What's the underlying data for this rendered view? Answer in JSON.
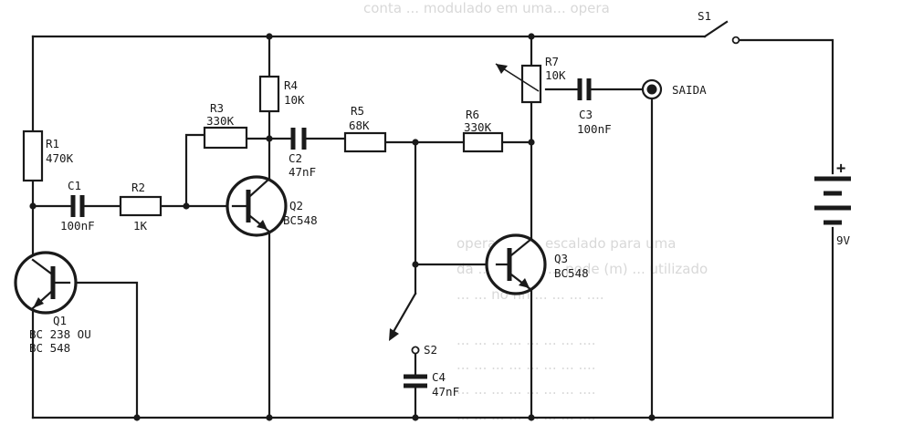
{
  "components": {
    "R1": {
      "ref": "R1",
      "value": "470K"
    },
    "R2": {
      "ref": "R2",
      "value": "1K"
    },
    "R3": {
      "ref": "R3",
      "value": "330K"
    },
    "R4": {
      "ref": "R4",
      "value": "10K"
    },
    "R5": {
      "ref": "R5",
      "value": "68K"
    },
    "R6": {
      "ref": "R6",
      "value": "330K"
    },
    "R7": {
      "ref": "R7",
      "value": "10K"
    },
    "C1": {
      "ref": "C1",
      "value": "100nF"
    },
    "C2": {
      "ref": "C2",
      "value": "47nF"
    },
    "C3": {
      "ref": "C3",
      "value": "100nF"
    },
    "C4": {
      "ref": "C4",
      "value": "47nF"
    },
    "Q1": {
      "ref": "Q1",
      "line1": "BC 238   OU",
      "line2": "BC 548"
    },
    "Q2": {
      "ref": "Q2",
      "value": "BC548"
    },
    "Q3": {
      "ref": "Q3",
      "value": "BC548"
    },
    "S1": {
      "ref": "S1"
    },
    "S2": {
      "ref": "S2"
    },
    "output": {
      "label": "SAIDA"
    },
    "battery": {
      "plus": "+",
      "value": "9V"
    }
  },
  "background_text": [
    "conta ... modulado em uma... opera",
    "opera (el) ... escalado para uma",
    "da ... em um ... pode (m) ... utilizado",
    "... ... no nn ... ... ... ....",
    "... ... ... ... ... ... ... ....",
    "... ... ... ... ... ... ... ....",
    "... ... ... ... ... ... ... ....",
    "... ... ... ... ... ... ... ...."
  ],
  "colors": {
    "ink": "#1a1a1a",
    "paper": "#ffffff",
    "ghost": "#b9b9b9"
  }
}
